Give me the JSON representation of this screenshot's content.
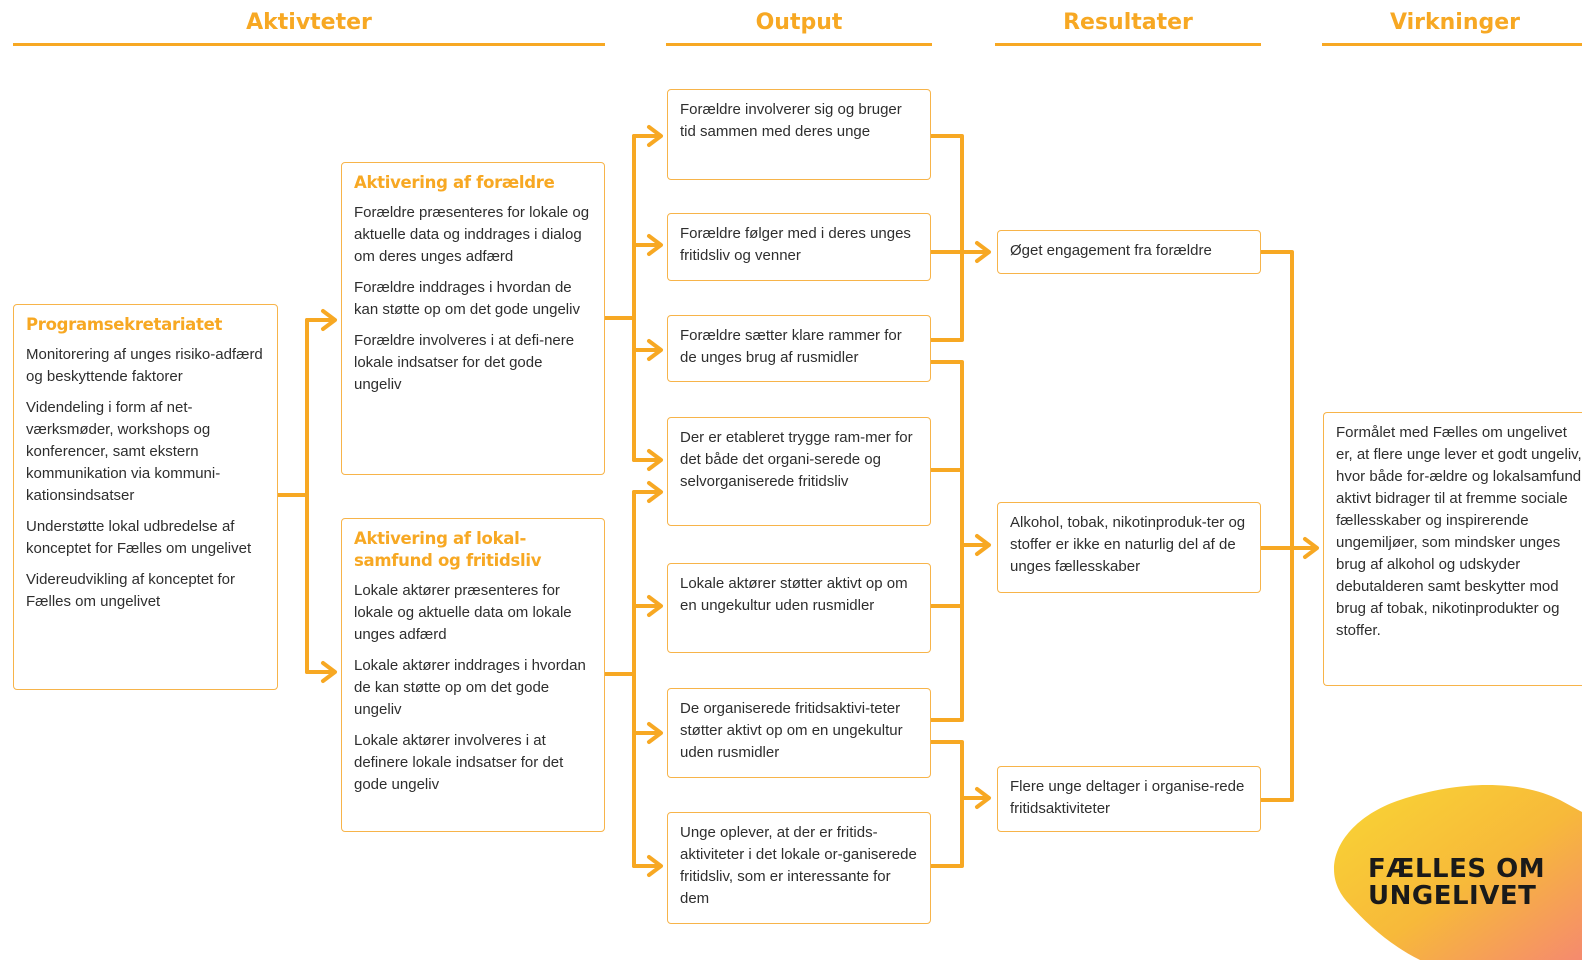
{
  "columns": {
    "aktiviteter": "Aktivteter",
    "output": "Output",
    "resultater": "Resultater",
    "virkninger": "Virkninger"
  },
  "programsekretariatet": {
    "title": "Programsekretariatet",
    "items": [
      "Monitorering af unges risiko-adfærd og beskyttende faktorer",
      "Videndeling i form af net-værksmøder, workshops og konferencer, samt ekstern kommunikation via kommuni-kationsindsatser",
      "Understøtte lokal udbredelse af konceptet for Fælles om ungelivet",
      "Videreudvikling af konceptet for Fælles om ungelivet"
    ]
  },
  "aktivering_foraeldre": {
    "title": "Aktivering af forældre",
    "items": [
      "Forældre præsenteres for lokale og aktuelle data og inddrages i dialog om deres unges adfærd",
      "Forældre inddrages i hvordan de kan støtte op om det gode ungeliv",
      "Forældre involveres i at defi-nere lokale indsatser for det gode ungeliv"
    ]
  },
  "aktivering_lokalsamfund": {
    "title": "Aktivering af lokal-samfund og fritidsliv",
    "items": [
      "Lokale aktører præsenteres for lokale og aktuelle data om lokale unges adfærd",
      "Lokale aktører inddrages i hvordan de kan støtte op om det gode ungeliv",
      "Lokale aktører involveres i at definere lokale indsatser for det gode ungeliv"
    ]
  },
  "outputs": [
    "Forældre involverer sig og bruger tid sammen med deres unge",
    "Forældre følger med i deres unges fritidsliv og venner",
    "Forældre sætter klare rammer for de unges brug af rusmidler",
    "Der er etableret trygge ram-mer for det både det organi-serede og selvorganiserede fritidsliv",
    "Lokale aktører støtter aktivt op om en ungekultur uden rusmidler",
    "De organiserede fritidsaktivi-teter støtter aktivt op om en ungekultur uden rusmidler",
    "Unge oplever, at der er fritids-aktiviteter i det lokale or-ganiserede fritidsliv, som er interessante for dem"
  ],
  "resultater": [
    "Øget engagement fra forældre",
    "Alkohol, tobak, nikotinproduk-ter og stoffer er ikke en naturlig del af de unges fællesskaber",
    "Flere unge deltager i organise-rede fritidsaktiviteter"
  ],
  "virkning": "Formålet med Fælles om ungelivet er, at flere unge lever et godt ungeliv, hvor både for-ældre og lokalsamfund aktivt bidrager til at fremme sociale fællesskaber og inspirerende ungemiljøer, som mindsker unges brug af alkohol og udskyder debutalderen samt beskytter mod brug af tobak, nikotinprodukter og stoffer.",
  "logo": {
    "line1": "FÆLLES OM",
    "line2": "UNGELIVET"
  },
  "colors": {
    "accent": "#f7a823",
    "box_border": "#f7b44a",
    "logo_gradient_start": "#f9d23a",
    "logo_gradient_end": "#f58b6b"
  }
}
